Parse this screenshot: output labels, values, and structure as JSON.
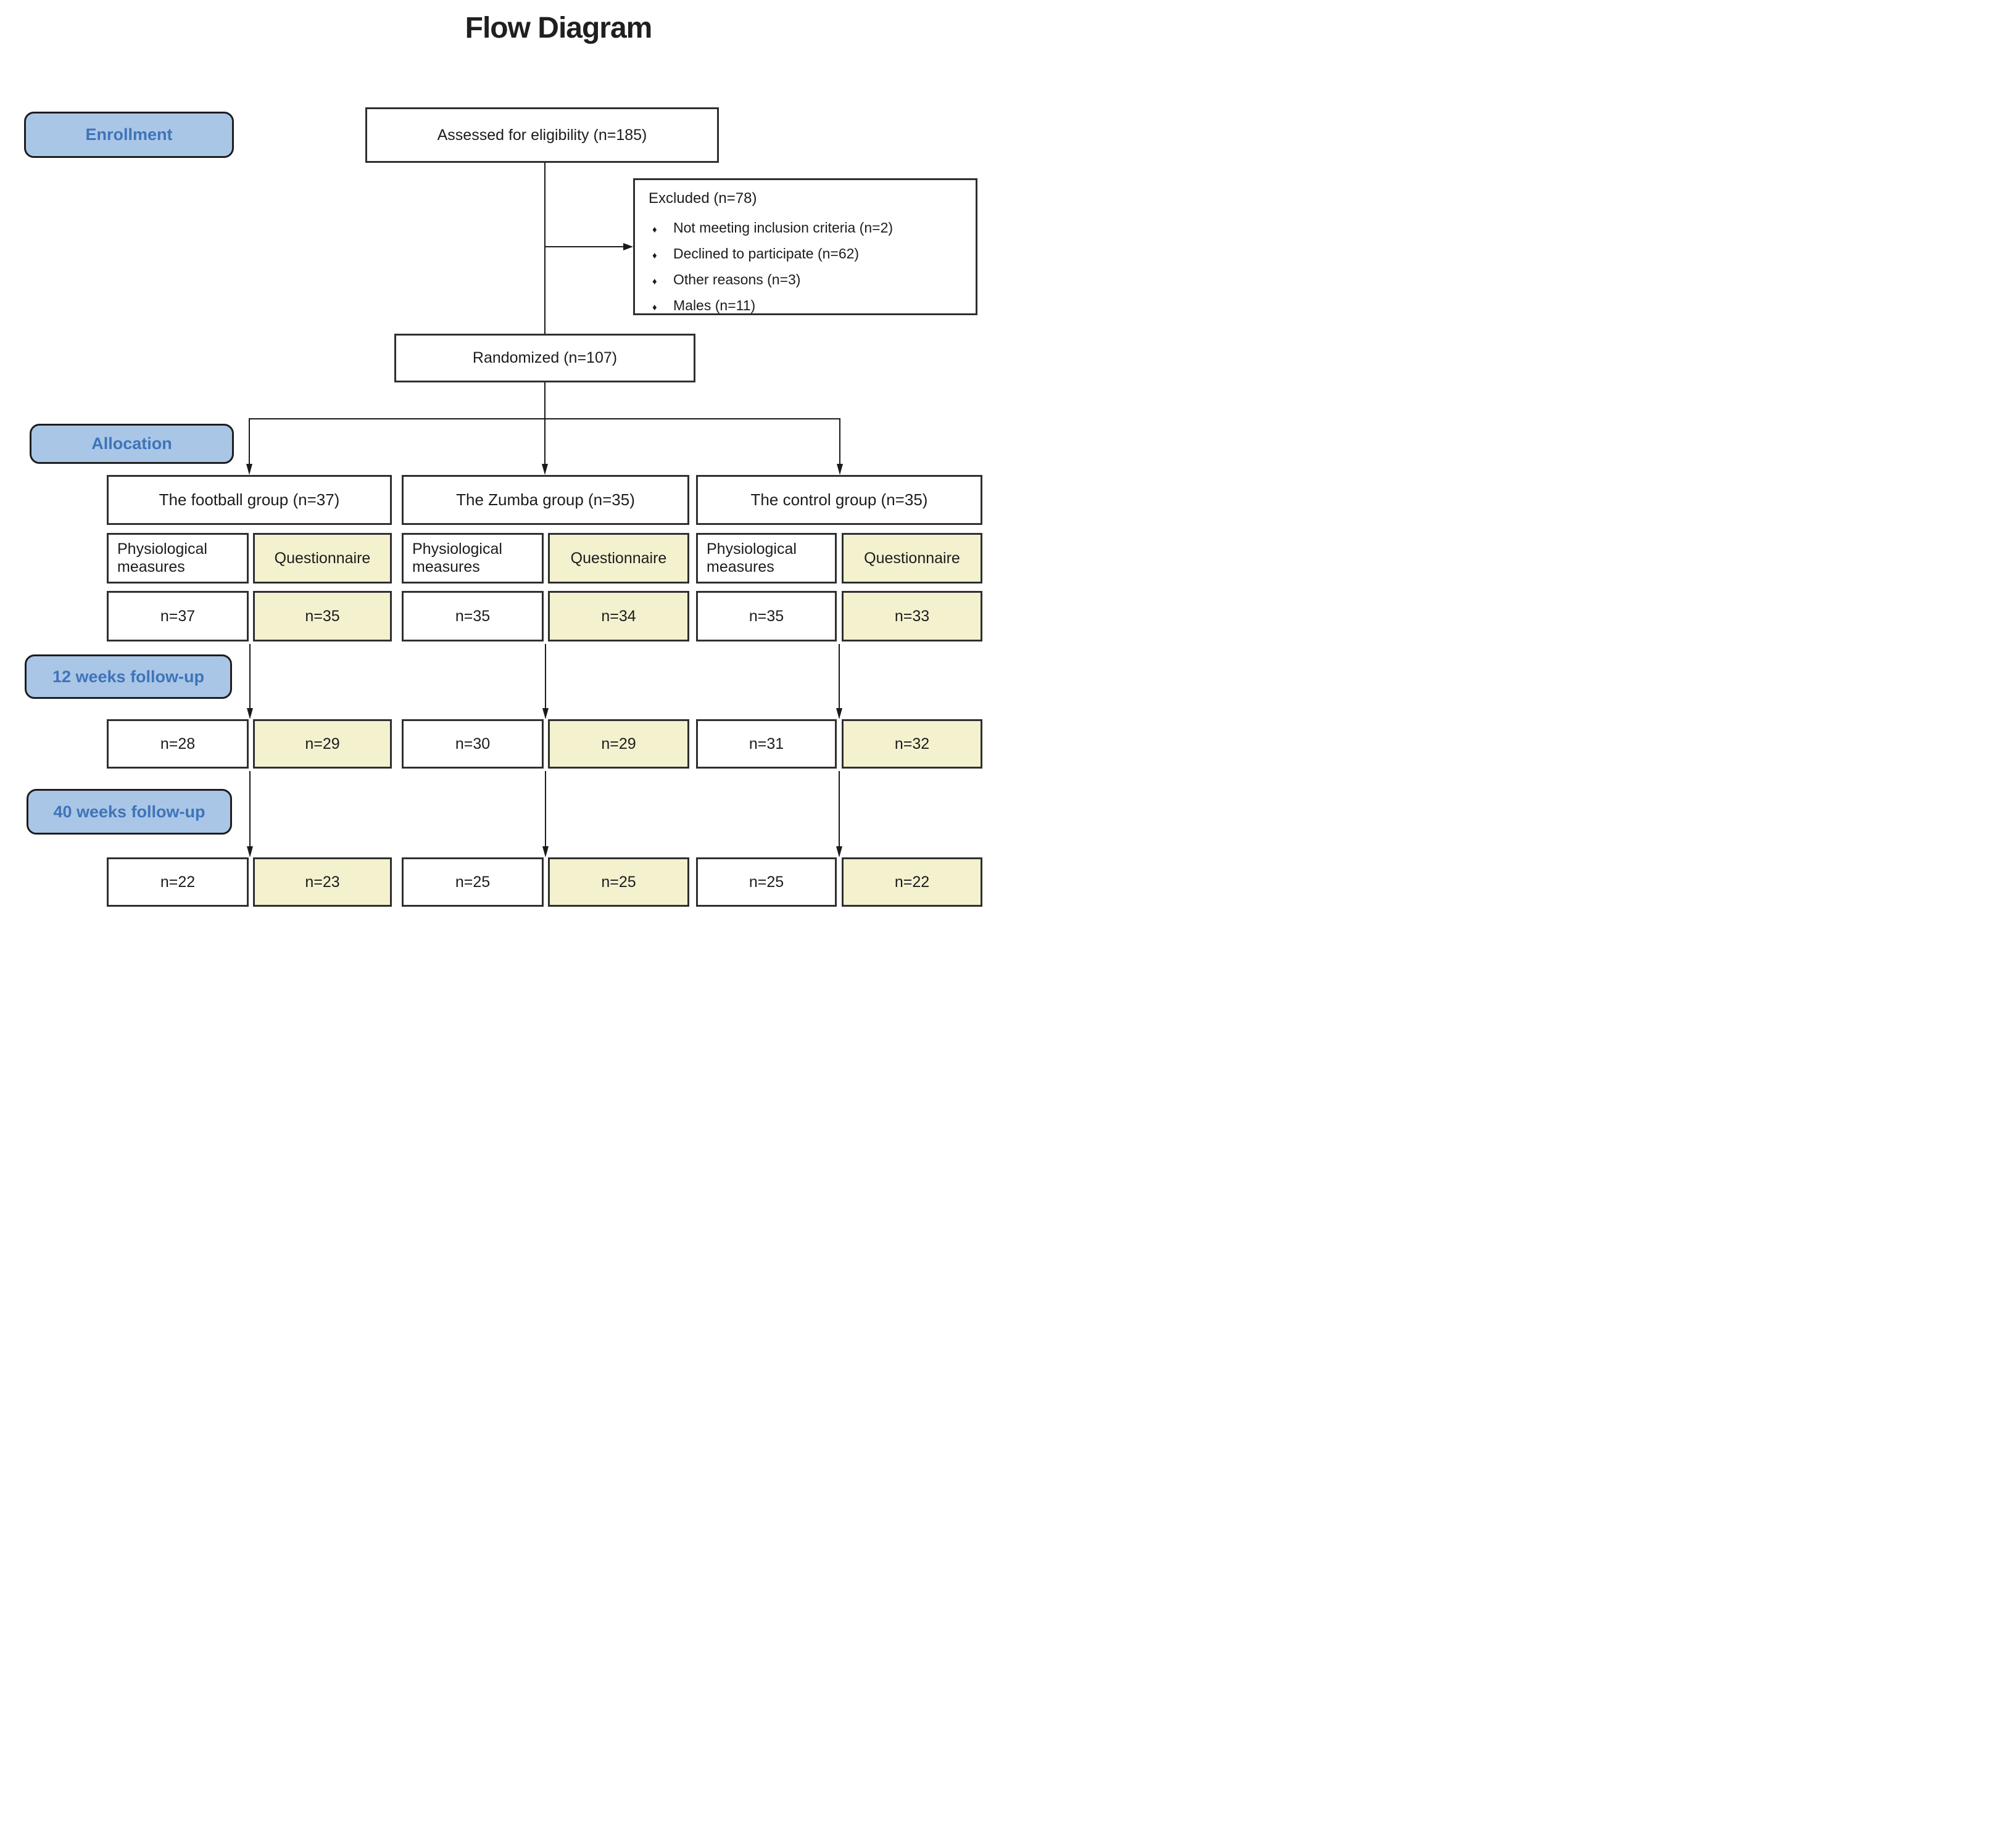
{
  "title": "Flow Diagram",
  "colors": {
    "stage_fill": "#aac6e7",
    "stage_text": "#3e74b8",
    "questionnaire_fill": "#f4f1cf",
    "box_border": "#2f2f2f",
    "connector": "#1a1a1a"
  },
  "stages": {
    "enrollment": "Enrollment",
    "allocation": "Allocation",
    "followup12": "12 weeks follow-up",
    "followup40": "40 weeks follow-up"
  },
  "flow": {
    "assessed": "Assessed for eligibility (n=185)",
    "excluded": {
      "title": "Excluded (n=78)",
      "bullet": "♦",
      "items": [
        "Not meeting inclusion criteria (n=2)",
        "Declined to participate (n=62)",
        "Other reasons (n=3)",
        "Males (n=11)"
      ]
    },
    "randomized": "Randomized (n=107)"
  },
  "groups": [
    {
      "label": "The football group (n=37)",
      "measures": [
        "Physiological measures",
        "Questionnaire"
      ],
      "allocation_n": [
        "n=37",
        "n=35"
      ],
      "followup12_n": [
        "n=28",
        "n=29"
      ],
      "followup40_n": [
        "n=22",
        "n=23"
      ]
    },
    {
      "label": "The Zumba group (n=35)",
      "measures": [
        "Physiological measures",
        "Questionnaire"
      ],
      "allocation_n": [
        "n=35",
        "n=34"
      ],
      "followup12_n": [
        "n=30",
        "n=29"
      ],
      "followup40_n": [
        "n=25",
        "n=25"
      ]
    },
    {
      "label": "The control group (n=35)",
      "measures": [
        "Physiological measures",
        "Questionnaire"
      ],
      "allocation_n": [
        "n=35",
        "n=33"
      ],
      "followup12_n": [
        "n=31",
        "n=32"
      ],
      "followup40_n": [
        "n=25",
        "n=22"
      ]
    }
  ]
}
